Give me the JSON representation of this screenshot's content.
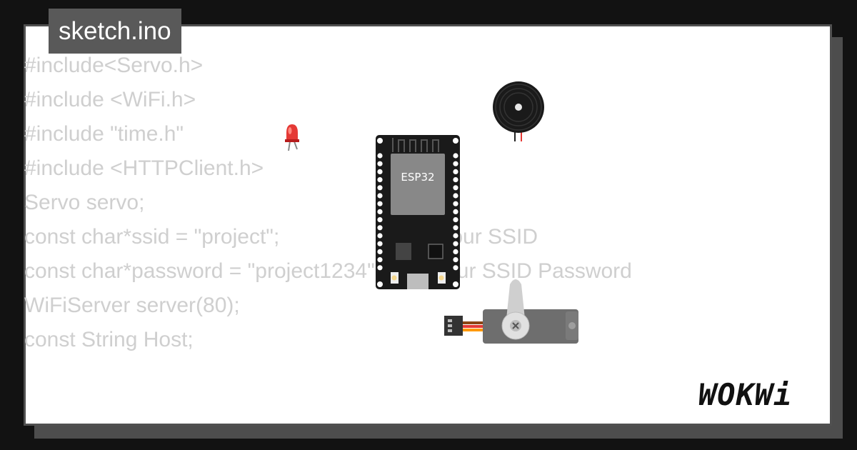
{
  "file_tab": {
    "label": "sketch.ino"
  },
  "code_lines": [
    "#include<Servo.h>",
    "#include <WiFi.h>",
    "#include \"time.h\"",
    "#include <HTTPClient.h>",
    "Servo servo;",
    "const char*ssid = \"project\";                        // your SSID",
    "const char*password = \"project1234\";      // your SSID Password",
    "WiFiServer server(80);",
    "const String Host;"
  ],
  "board": {
    "chip_label": "ESP32"
  },
  "logo": {
    "text": "WOKWi"
  },
  "colors": {
    "background": "#121212",
    "card": "#ffffff",
    "tab": "#595959",
    "code_text": "#cfcfcf",
    "board": "#1a1a1a",
    "chip": "#888888",
    "led": "#e53935",
    "servo": "#6e6e6e"
  }
}
